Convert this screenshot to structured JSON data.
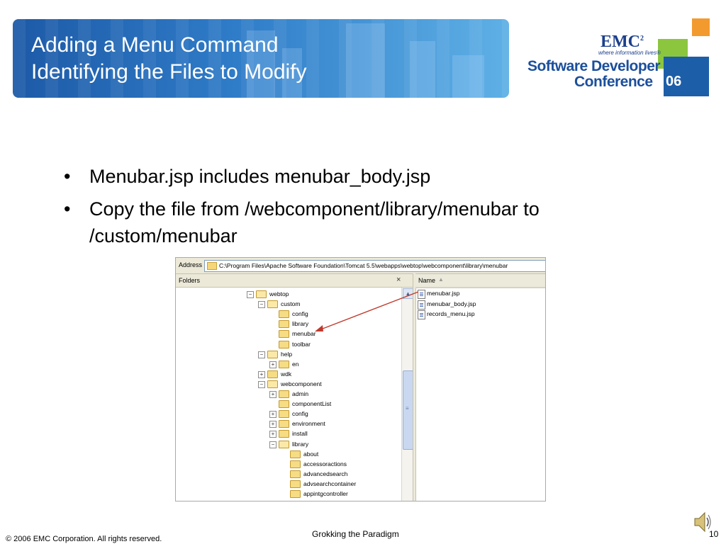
{
  "slide": {
    "title_line1": "Adding a Menu Command",
    "title_line2": "Identifying the Files to Modify",
    "bullets": [
      "Menubar.jsp includes menubar_body.jsp",
      "Copy the file from /webcomponent/library/menubar to /custom/menubar"
    ],
    "bullet_glyph": "•"
  },
  "logo": {
    "brand": "EMC",
    "brand_sup": "2",
    "tagline": "where information lives",
    "tagline_mark": "®",
    "conference_line1": "Software Developer",
    "conference_line2": "Conference",
    "year": "06",
    "colors": {
      "orange": "#f39a2e",
      "green": "#8cc63f",
      "blue": "#1d5ea8",
      "text": "#1b4f9c"
    }
  },
  "explorer": {
    "address_label": "Address",
    "address_path": "C:\\Program Files\\Apache Software Foundation\\Tomcat 5.5\\webapps\\webtop\\webcomponent\\library\\menubar",
    "folders_label": "Folders",
    "close_glyph": "×",
    "name_column": "Name",
    "sort_glyph": "▲",
    "tree": [
      {
        "label": "webtop",
        "expander": "−"
      },
      {
        "label": "custom",
        "expander": "−"
      },
      {
        "label": "config",
        "expander": ""
      },
      {
        "label": "library",
        "expander": ""
      },
      {
        "label": "menubar",
        "expander": ""
      },
      {
        "label": "toolbar",
        "expander": ""
      },
      {
        "label": "help",
        "expander": "−"
      },
      {
        "label": "en",
        "expander": "+"
      },
      {
        "label": "wdk",
        "expander": "+"
      },
      {
        "label": "webcomponent",
        "expander": "−"
      },
      {
        "label": "admin",
        "expander": "+"
      },
      {
        "label": "componentList",
        "expander": ""
      },
      {
        "label": "config",
        "expander": "+"
      },
      {
        "label": "environment",
        "expander": "+"
      },
      {
        "label": "install",
        "expander": "+"
      },
      {
        "label": "library",
        "expander": "−"
      },
      {
        "label": "about",
        "expander": ""
      },
      {
        "label": "accessoractions",
        "expander": ""
      },
      {
        "label": "advancedsearch",
        "expander": ""
      },
      {
        "label": "advsearchcontainer",
        "expander": ""
      },
      {
        "label": "appintgcontroller",
        "expander": ""
      }
    ],
    "files": [
      "menubar.jsp",
      "menubar_body.jsp",
      "records_menu.jsp"
    ],
    "scroll_up_glyph": "▲",
    "scroll_grip_glyph": "≡"
  },
  "footer": {
    "copyright": "© 2006 EMC Corporation. All rights reserved.",
    "center": "Grokking the Paradigm",
    "page_number": "10",
    "speaker_icon": "speaker-icon"
  },
  "colors": {
    "banner_dark": "#1d5aa7",
    "banner_light": "#5fb0e6",
    "arrow": "#c0392b"
  }
}
